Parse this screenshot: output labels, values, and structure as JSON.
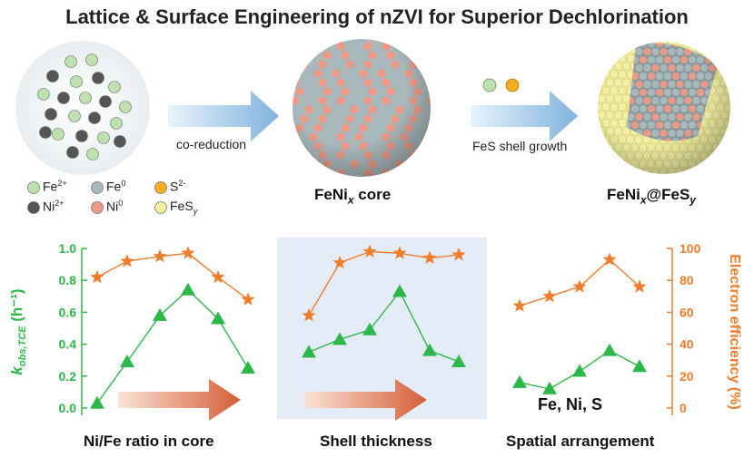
{
  "title": "Lattice & Surface Engineering of nZVI for Superior Dechlorination",
  "top": {
    "arrow1_label": "co-reduction",
    "arrow2_label": "FeS shell growth",
    "core_label": {
      "main": "FeNi",
      "sub": "x",
      "tail": " core"
    },
    "shell_label": {
      "main": "FeNi",
      "sub": "x",
      "mid": "@FeS",
      "sub2": "y"
    },
    "legend": [
      {
        "base": "Fe",
        "sup": "2+",
        "color": "#bfe0b0"
      },
      {
        "base": "Fe",
        "sup": "0",
        "color": "#a9b8bb"
      },
      {
        "base": "S",
        "sup": "2-",
        "color": "#f2b01e"
      },
      {
        "base": "Ni",
        "sup": "2+",
        "color": "#555555"
      },
      {
        "base": "Ni",
        "sup": "0",
        "color": "#ec9a87"
      },
      {
        "base": "FeS",
        "sup": "",
        "sub": "y",
        "color": "#f3f0a6"
      }
    ]
  },
  "colors": {
    "left_axis": "#2db84a",
    "right_axis": "#f07d2c",
    "panel_bg": "#e4edf7",
    "arrow_fill": "#d9704e",
    "flow_arrow": "#8fbde3"
  },
  "chart_data": {
    "type": "line",
    "left_axis": {
      "label": "k",
      "label_sub": "obs,TCE",
      "label_tail": " (h⁻¹)",
      "ylim": [
        0,
        1.0
      ],
      "ticks": [
        "0.0",
        "0.2",
        "0.4",
        "0.6",
        "0.8",
        "1.0"
      ]
    },
    "right_axis": {
      "label": "Electron efficiency  (%)",
      "ylim": [
        0,
        100
      ],
      "ticks": [
        "0",
        "20",
        "40",
        "60",
        "80",
        "100"
      ]
    },
    "groups": [
      {
        "xlabel": "Ni/Fe ratio in core",
        "k_obs": [
          0.03,
          0.29,
          0.58,
          0.74,
          0.56,
          0.25
        ],
        "efficiency": [
          82,
          92,
          95,
          97,
          82,
          68
        ]
      },
      {
        "xlabel": "Shell thickness",
        "k_obs": [
          0.35,
          0.43,
          0.49,
          0.73,
          0.36,
          0.29
        ],
        "efficiency": [
          58,
          91,
          98,
          97,
          94,
          96
        ]
      },
      {
        "xlabel": "Spatial arrangement",
        "k_obs": [
          0.16,
          0.12,
          0.23,
          0.36,
          0.26
        ],
        "efficiency": [
          64,
          70,
          76,
          93,
          76
        ],
        "annotation": "Fe, Ni,  S"
      }
    ]
  }
}
